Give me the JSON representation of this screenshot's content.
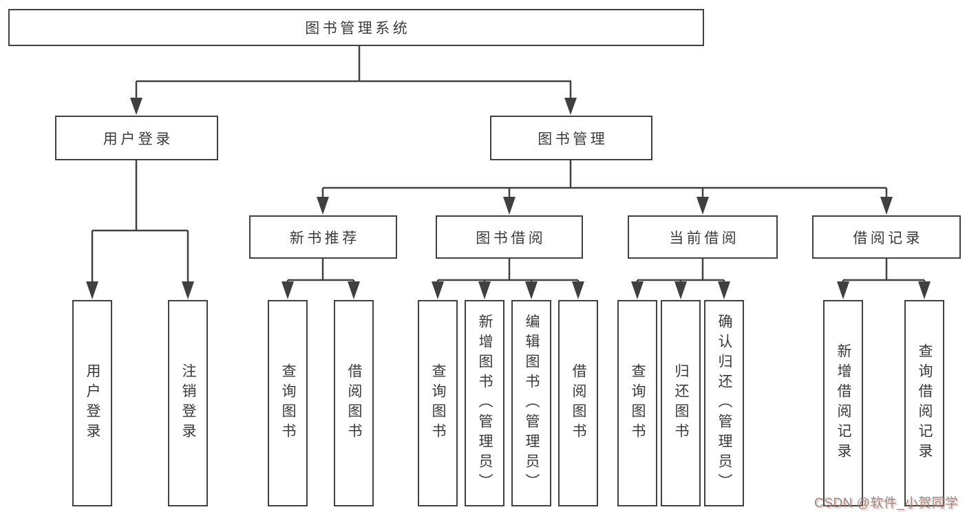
{
  "diagram_type": "tree-structure-chart",
  "colors": {
    "line": "#404040",
    "box_border": "#404040",
    "box_fill": "#ffffff",
    "text": "#3a3a3a",
    "watermark": "#8d8d8d",
    "watermark_accent": "#fc5531"
  },
  "root": {
    "label": "图书管理系统"
  },
  "level2": [
    {
      "label": "用户登录"
    },
    {
      "label": "图书管理"
    }
  ],
  "level3": [
    {
      "label": "新书推荐"
    },
    {
      "label": "图书借阅"
    },
    {
      "label": "当前借阅"
    },
    {
      "label": "借阅记录"
    }
  ],
  "leaves": {
    "login": [
      {
        "label": "用户登录"
      },
      {
        "label": "注销登录"
      }
    ],
    "newbook": [
      {
        "label": "查询图书"
      },
      {
        "label": "借阅图书"
      }
    ],
    "borrow": [
      {
        "label": "查询图书"
      },
      {
        "label": "新增图书（管理员）"
      },
      {
        "label": "编辑图书（管理员）"
      },
      {
        "label": "借阅图书"
      }
    ],
    "current": [
      {
        "label": "查询图书"
      },
      {
        "label": "归还图书"
      },
      {
        "label": "确认归还（管理员）"
      }
    ],
    "records": [
      {
        "label": "新增借阅记录"
      },
      {
        "label": "查询借阅记录"
      }
    ]
  },
  "watermark": {
    "text": "CSDN @软件_小贺同学"
  }
}
